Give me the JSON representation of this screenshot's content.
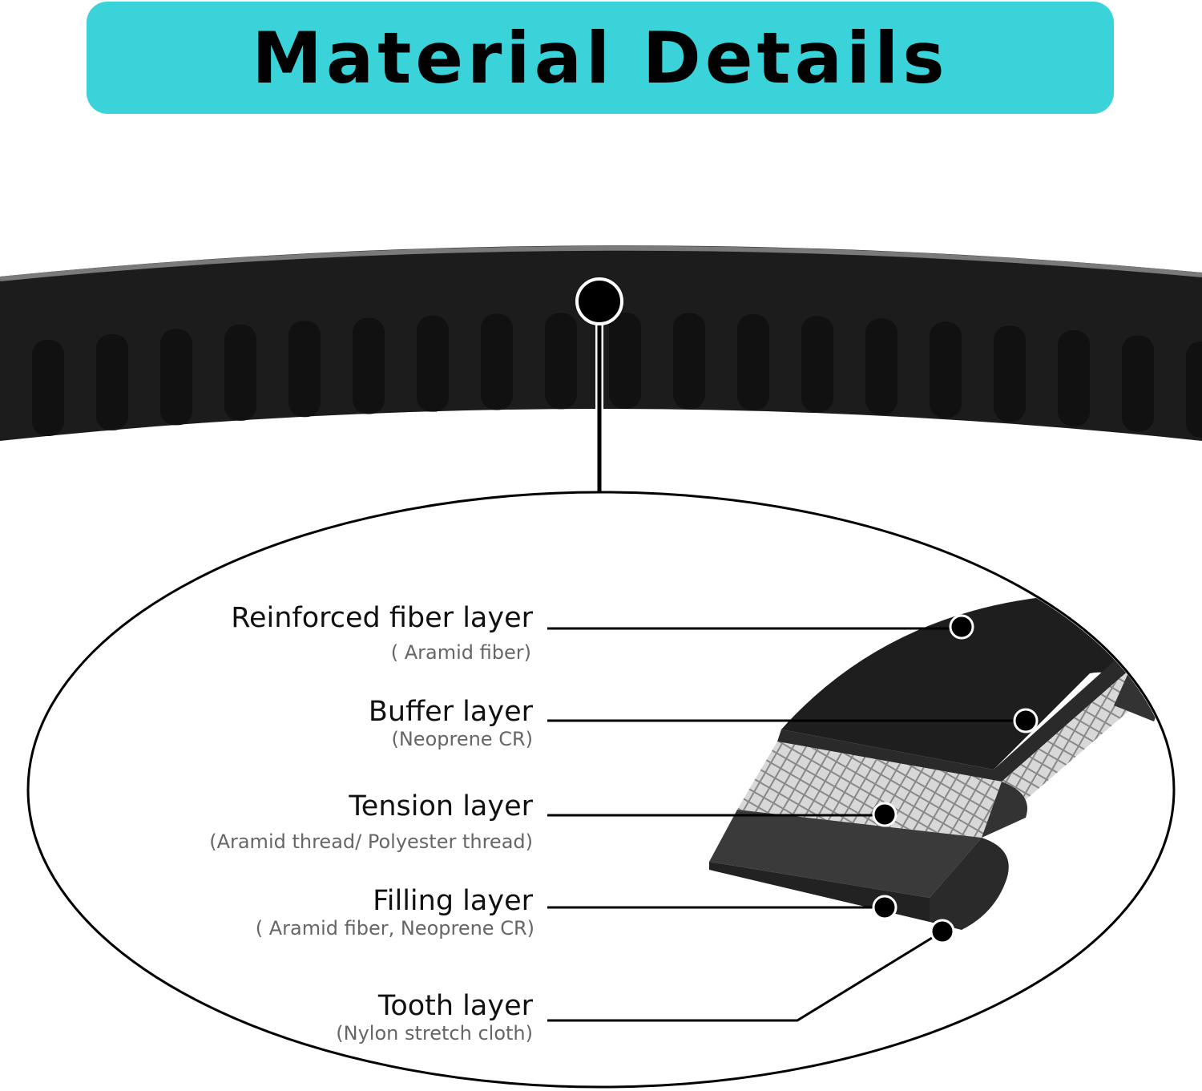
{
  "title": "Material Details",
  "colors": {
    "header_bg": "#3ad3da",
    "belt": "#1c1c1c"
  },
  "layers": [
    {
      "name": "Reinforced fiber layer",
      "material": "( Aramid fiber)"
    },
    {
      "name": "Buffer layer",
      "material": "(Neoprene CR)"
    },
    {
      "name": "Tension layer",
      "material": "(Aramid thread/ Polyester thread)"
    },
    {
      "name": "Filling layer",
      "material": "( Aramid fiber, Neoprene CR)"
    },
    {
      "name": "Tooth layer",
      "material": "(Nylon stretch cloth)"
    }
  ]
}
